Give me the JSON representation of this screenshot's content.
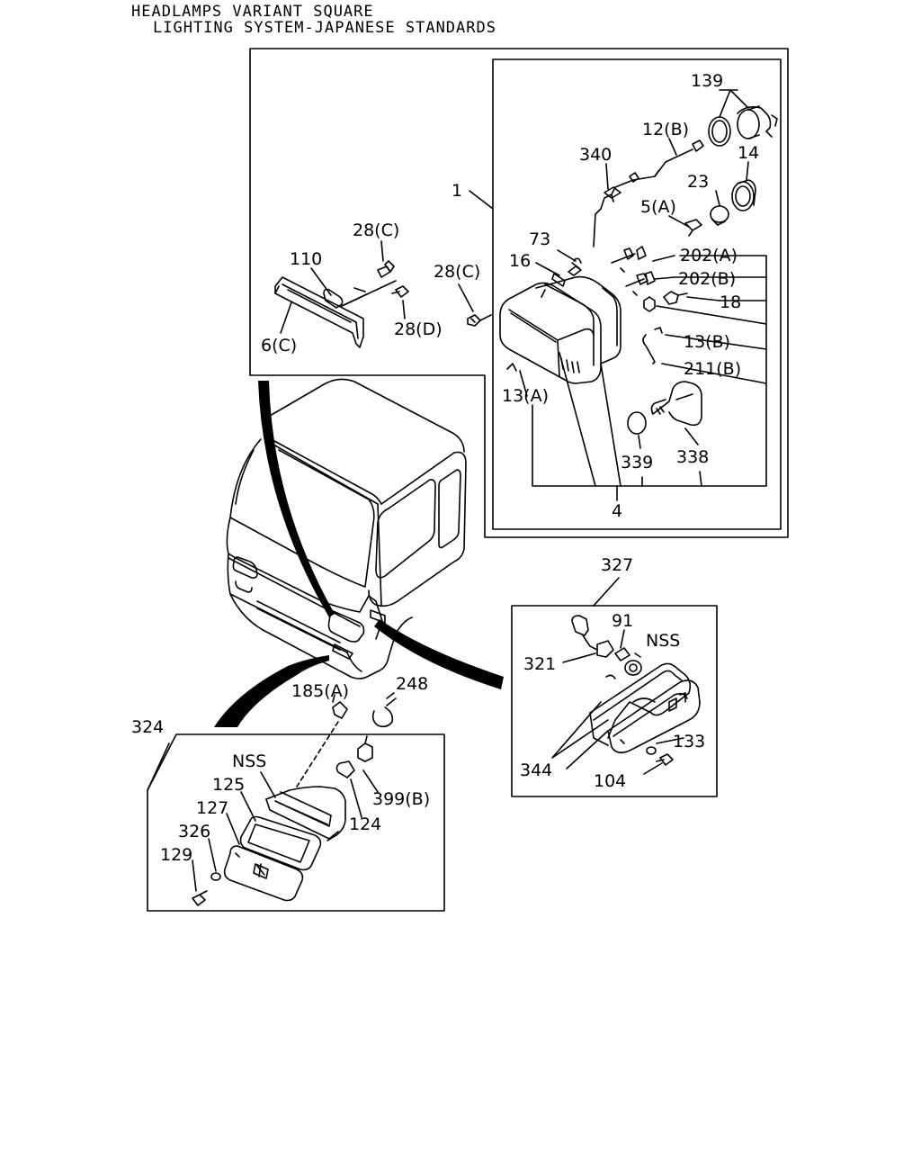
{
  "header": {
    "line1": "HEADLAMPS VARIANT SQUARE",
    "line2": "LIGHTING SYSTEM-JAPANESE STANDARDS"
  },
  "labels": {
    "p139": "139",
    "p12b": "12(B)",
    "p340": "340",
    "p14": "14",
    "p23": "23",
    "p1": "1",
    "p5a": "5(A)",
    "p73": "73",
    "p28c_top": "28(C)",
    "p110": "110",
    "p16": "16",
    "p28c_mid": "28(C)",
    "p202a": "202(A)",
    "p202b": "202(B)",
    "p18": "18",
    "p28d": "28(D)",
    "p6c": "6(C)",
    "p13b": "13(B)",
    "p211b": "211(B)",
    "p13a": "13(A)",
    "p339": "339",
    "p338": "338",
    "p4": "4",
    "p327": "327",
    "p91": "91",
    "nss_right": "NSS",
    "p321": "321",
    "p133": "133",
    "p344": "344",
    "p104": "104",
    "p185a": "185(A)",
    "p248": "248",
    "p324": "324",
    "nss_left": "NSS",
    "p125": "125",
    "p127": "127",
    "p399b": "399(B)",
    "p124": "124",
    "p326": "326",
    "p129": "129"
  }
}
